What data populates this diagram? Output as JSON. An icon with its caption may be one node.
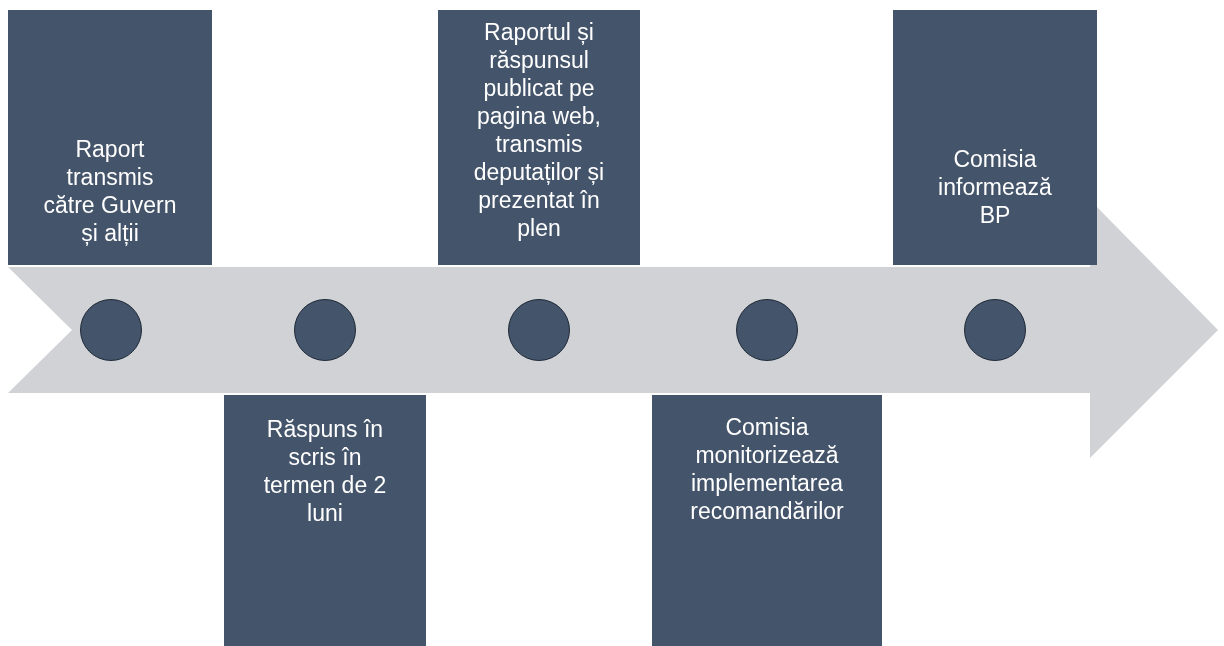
{
  "diagram": {
    "nodes": [
      {
        "text": [
          "Raport transmis către Guvern și alții"
        ]
      },
      {
        "text": [
          "Răspuns în scris în termen de 2 luni"
        ]
      },
      {
        "text": [
          "Raportul și răspunsul publicat pe pagina web, transmis deputaților și prezentat în plen"
        ]
      },
      {
        "text": [
          "Comisia monitorizează implementarea recomandărilor"
        ]
      },
      {
        "text": [
          "Comisia informează BP"
        ]
      },
      {
        "text": [],
        "shape": "circle"
      },
      {
        "text": [],
        "shape": "circle"
      },
      {
        "text": [],
        "shape": "circle"
      },
      {
        "text": [],
        "shape": "circle"
      },
      {
        "text": [],
        "shape": "circle"
      }
    ]
  }
}
